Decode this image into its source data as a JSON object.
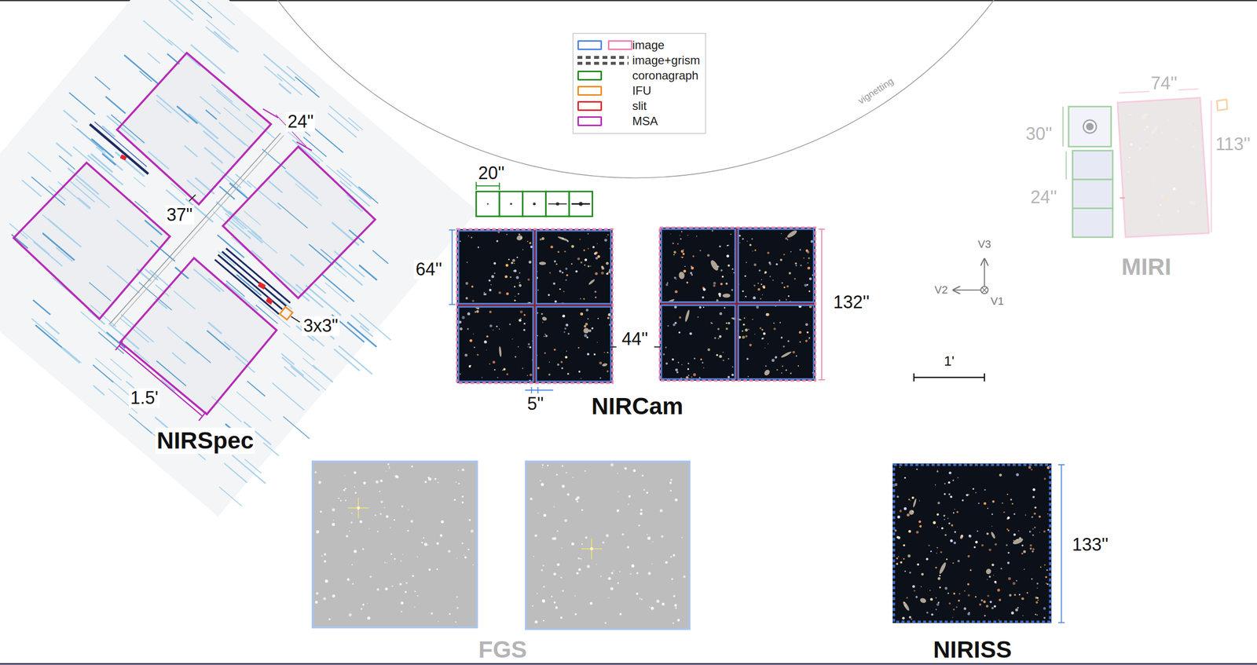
{
  "diagram": {
    "labels": [
      "24\"",
      "37\"",
      "3x3\"",
      "1.5'",
      "NIRSpec",
      "vignetting",
      "20''",
      "64''",
      "5''",
      "44''",
      "132''",
      "NIRCam",
      "74''",
      "30''",
      "113''",
      "24''",
      "MIRI",
      "V3",
      "V2",
      "V1",
      "1'",
      "FGS",
      "133''",
      "NIRISS"
    ],
    "legend": [
      {
        "text": "image",
        "color": "#4f86e0"
      },
      {
        "text": "image+grism"
      },
      {
        "text": "coronagraph",
        "color": "#1f8a1f"
      },
      {
        "text": "IFU",
        "color": "#f08c1e"
      },
      {
        "text": "slit",
        "color": "#e0282c"
      },
      {
        "text": "MSA",
        "color": "#b82ab8"
      }
    ]
  }
}
